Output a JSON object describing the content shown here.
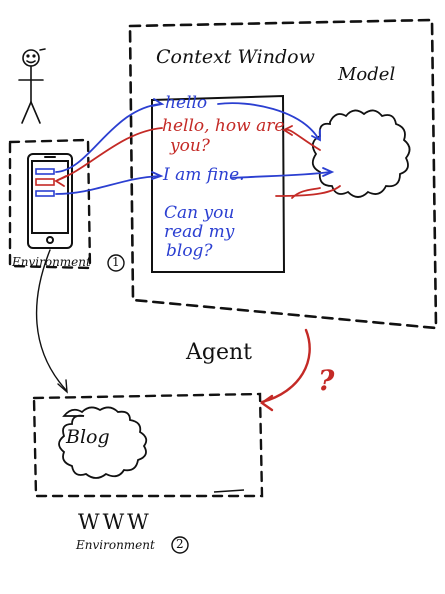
{
  "diagram": {
    "context_window_label": "Context Window",
    "model_label": "Model",
    "agent_label": "Agent",
    "question_mark": "?",
    "environment1_label": "Environment",
    "environment1_number": "1",
    "environment2_label": "Environment",
    "environment2_number": "2",
    "www_label": "WWW",
    "blog_label": "Blog",
    "messages": [
      {
        "text": "hello",
        "color": "#2b3fd1"
      },
      {
        "text": "hello, how are",
        "color": "#c42a26"
      },
      {
        "text": "you?",
        "color": "#c42a26"
      },
      {
        "text": "I am fine.",
        "color": "#2b3fd1"
      },
      {
        "text": "Can you",
        "color": "#2b3fd1"
      },
      {
        "text": "read my",
        "color": "#2b3fd1"
      },
      {
        "text": "blog?",
        "color": "#2b3fd1"
      }
    ],
    "colors": {
      "ink": "#111111",
      "blue": "#2b3fd1",
      "red": "#c42a26"
    }
  }
}
